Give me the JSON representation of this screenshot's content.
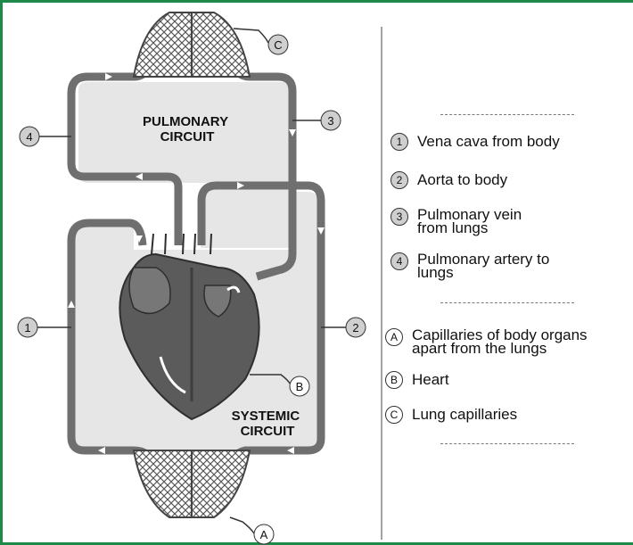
{
  "diagram": {
    "pulmonary_label": [
      "PULMONARY",
      "CIRCUIT"
    ],
    "systemic_label": [
      "SYSTEMIC",
      "CIRCUIT"
    ],
    "markers": {
      "m1": "1",
      "m2": "2",
      "m3": "3",
      "m4": "4",
      "mA": "A",
      "mB": "B",
      "mC": "C"
    }
  },
  "legend": {
    "numbered": [
      {
        "key": "1",
        "text": "Vena cava from body"
      },
      {
        "key": "2",
        "text": "Aorta to body"
      },
      {
        "key": "3",
        "text": "Pulmonary vein from lungs",
        "line1": "Pulmonary vein",
        "line2": "from lungs"
      },
      {
        "key": "4",
        "text": "Pulmonary artery to lungs",
        "line1": "Pulmonary artery to",
        "line2": "lungs"
      }
    ],
    "lettered": [
      {
        "key": "A",
        "text": "Capillaries of body organs apart from the lungs",
        "line1": "Capillaries of body organs",
        "line2": "apart from the lungs"
      },
      {
        "key": "B",
        "text": "Heart"
      },
      {
        "key": "C",
        "text": "Lung capillaries"
      }
    ]
  },
  "colors": {
    "frame": "#1e8a4a",
    "vessel": "#6f6f6f",
    "circuit_fill": "#e6e6e6",
    "heart": "#5b5b5b",
    "heart_dark": "#3e3e3e",
    "badge_fill": "#cfcfcf"
  }
}
